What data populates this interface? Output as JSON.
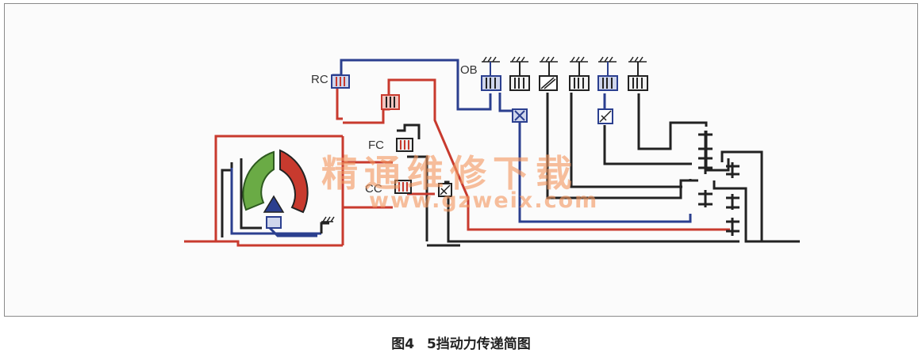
{
  "labels": {
    "rc": "RC",
    "ob": "OB",
    "fc": "FC",
    "cc": "CC"
  },
  "watermark": {
    "line1": "精通维修下载",
    "line2": "www.gzweix.com"
  },
  "caption": "图4 5挡动力传递简图",
  "colors": {
    "blue": "#2b3f8f",
    "red": "#c83a2e",
    "green": "#6aab45",
    "black": "#222222"
  }
}
